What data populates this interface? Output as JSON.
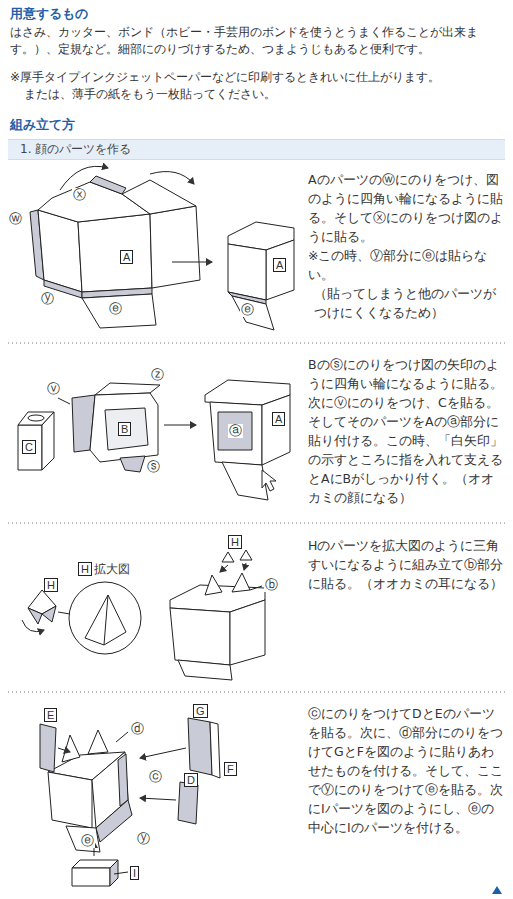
{
  "diagram": {
    "nodes": [
      {
        "text": [
          "1. 顔のパーツを作る"
        ]
      }
    ],
    "labels": [
      "用意するもの",
      "はさみ、カッター、ボンド（ホビー・手芸用のボンドを使うとうまく作ることが出来ます。）、定規など。細部にのりづけするため、つまようじもあると便利です。",
      "※厚手タイプインクジェットペーパーなどに印刷するときれいに仕上がります。",
      "または、薄手の紙をもう一枚貼ってください。",
      "組み立て方",
      "Aのパーツのⓦにのりをつけ、図のように四角い輪になるように貼る。そしてⓧにのりをつけ図のように貼る。",
      "※この時、ⓨ部分にⓔは貼らない。",
      "（貼ってしまうと他のパーツがつけにくくなるため）",
      "ⓦ",
      "ⓧ",
      "A",
      "ⓨ",
      "ⓔ",
      "A",
      "ⓔ",
      "Bのⓢにのりをつけ図の矢印のように四角い輪になるように貼る。次にⓥにのりをつけ、Cを貼る。そしてそのパーツをAのⓐ部分に貼り付ける。この時、「白矢印」の示すところに指を入れて支えるとAにBがしっかり付く。（オオカミの顔になる）",
      "ⓥ",
      "ⓩ",
      "C",
      "B",
      "ⓢ",
      "ⓐ",
      "A",
      "Hのパーツを拡大図のように三角すいになるように組み立てⓑ部分に貼る。（オオカミの耳になる）",
      "H",
      "H",
      "拡大図",
      "H",
      "ⓑ",
      "ⓒにのりをつけてDとEのパーツを貼る。次に、ⓓ部分にのりをつけてGとFを図のように貼りあわせたものを付ける。そして、ここでⓨにのりをつけてⓔを貼る。次にIパーツを図のようにし、ⓔの中心にIのパーツを付ける。",
      "E",
      "ⓓ",
      "G",
      "ⓒ",
      "F",
      "D",
      "ⓨ",
      "ⓔ",
      "I"
    ]
  }
}
